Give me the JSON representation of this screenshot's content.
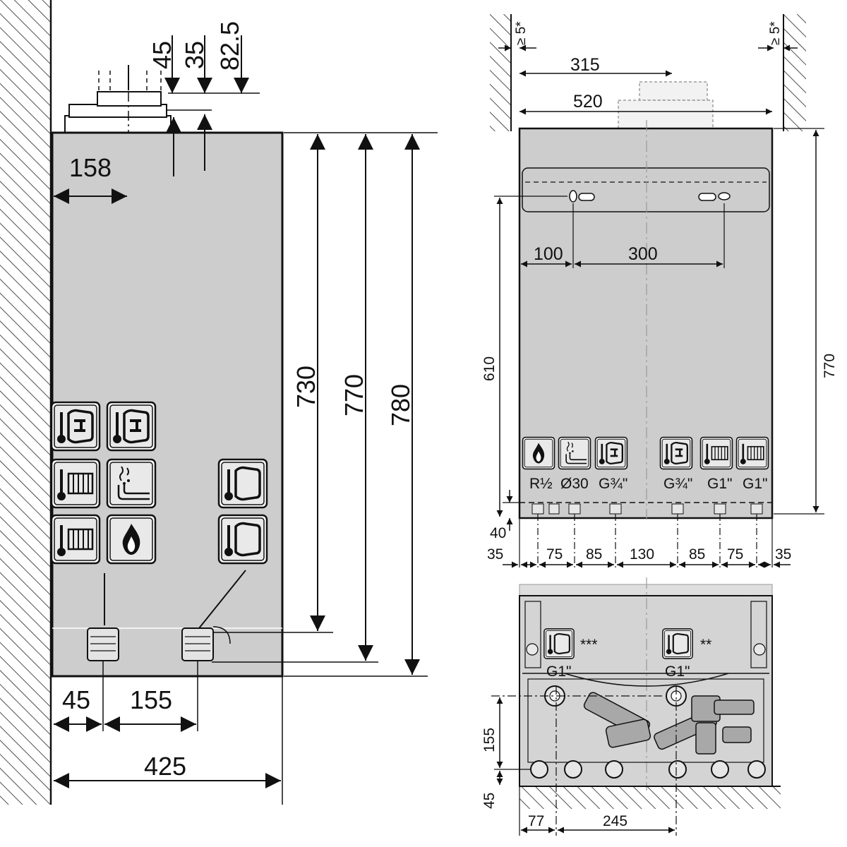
{
  "left_view": {
    "dims": {
      "top_45": "45",
      "top_35": "35",
      "top_825": "82.5",
      "flue_158": "158",
      "height_730": "730",
      "height_770": "770",
      "height_780": "780",
      "bottom_45": "45",
      "bottom_155": "155",
      "width_425": "425"
    },
    "icons": [
      {
        "name": "hot-water-tank-icon"
      },
      {
        "name": "hot-water-tank-icon"
      },
      {
        "name": "radiator-icon"
      },
      {
        "name": "condensate-icon"
      },
      {
        "name": "radiator-icon"
      },
      {
        "name": "gas-flame-icon"
      },
      {
        "name": "cylinder-icon"
      },
      {
        "name": "cylinder-icon"
      }
    ]
  },
  "front_view": {
    "dims": {
      "clear_left": "≥ 5*",
      "clear_right": "≥ 5*",
      "w315": "315",
      "w520": "520",
      "w100": "100",
      "w300": "300",
      "h610": "610",
      "h770": "770",
      "h40": "40",
      "b35a": "35",
      "b75a": "75",
      "b85a": "85",
      "b130": "130",
      "b85b": "85",
      "b75b": "75",
      "b35b": "35"
    },
    "connections": [
      {
        "label": "R½",
        "icon": "gas-flame-icon"
      },
      {
        "label": "Ø30",
        "icon": "condensate-icon"
      },
      {
        "label": "G¾\"",
        "icon": "hot-water-tank-icon"
      },
      {
        "label": "G¾\"",
        "icon": "hot-water-tank-icon"
      },
      {
        "label": "G1\"",
        "icon": "radiator-icon"
      },
      {
        "label": "G1\"",
        "icon": "radiator-icon"
      }
    ]
  },
  "bottom_view": {
    "labels": {
      "left_marker": "***",
      "right_marker": "**",
      "left_conn": "G1\"",
      "right_conn": "G1\""
    },
    "dims": {
      "h155": "155",
      "h45": "45",
      "w77": "77",
      "w245": "245"
    }
  },
  "colors": {
    "body_fill": "#cdcdcd",
    "line": "#111111",
    "background": "#ffffff"
  }
}
